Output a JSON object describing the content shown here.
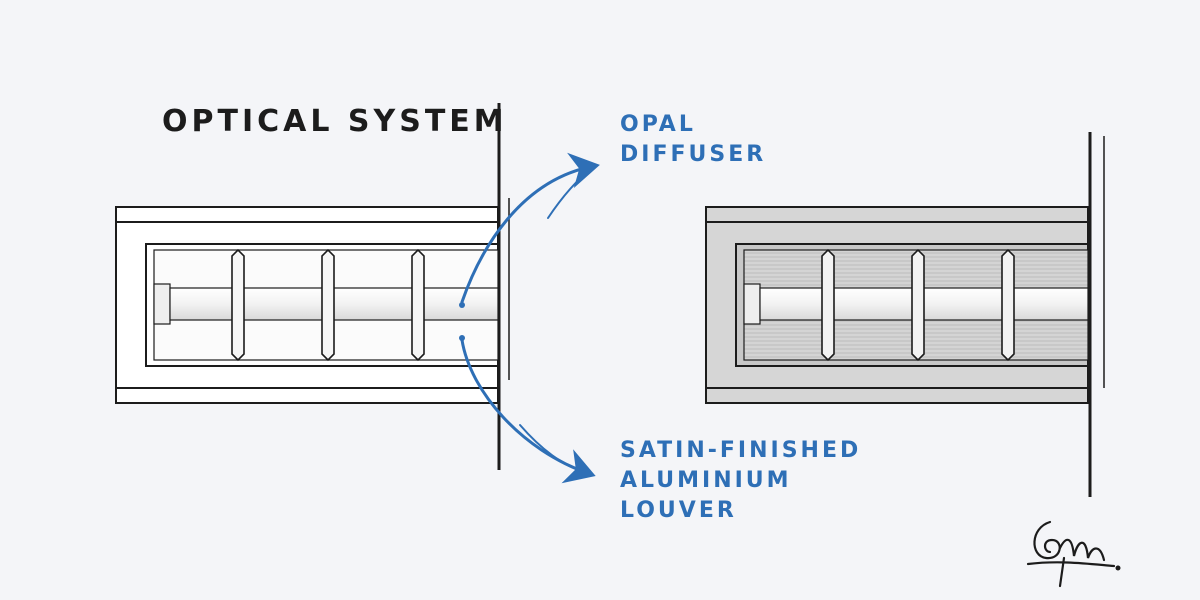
{
  "title": "OPTICAL SYSTEM",
  "labels": {
    "opal": [
      "OPAL",
      "DIFFUSER"
    ],
    "louver": [
      "SATIN-FINISHED",
      "ALUMINIUM",
      "LOUVER"
    ]
  },
  "colors": {
    "ink": "#1c1c1c",
    "accent": "#2e6fb6",
    "background": "#f4f5f8",
    "housing_gray": "#d6d6d6"
  },
  "icons": {
    "signature": "artist-signature-icon"
  }
}
